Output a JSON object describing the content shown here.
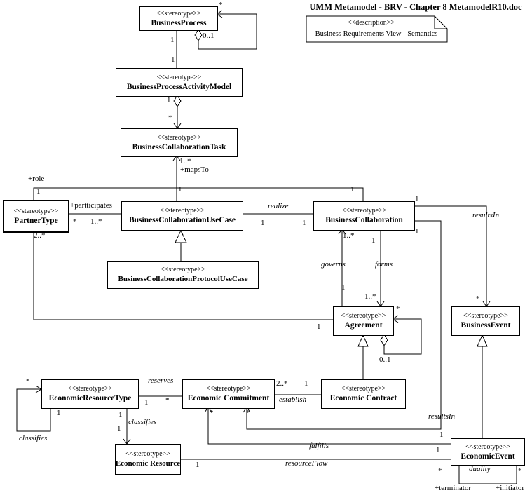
{
  "header": {
    "title": "UMM Metamodel - BRV - Chapter 8 MetamodelR10.doc"
  },
  "note": {
    "stereotype": "<<description>>",
    "text": "Business Requirements View - Semantics"
  },
  "classes": {
    "business_process": {
      "stereotype": "<<stereotype>>",
      "name": "BusinessProcess"
    },
    "business_process_activity_model": {
      "stereotype": "<<stereotype>>",
      "name": "BusinessProcessActivityModel"
    },
    "business_collaboration_task": {
      "stereotype": "<<stereotype>>",
      "name": "BusinessCollaborationTask"
    },
    "partner_type": {
      "stereotype": "<<stereotype>>",
      "name": "PartnerType"
    },
    "business_collaboration_use_case": {
      "stereotype": "<<stereotype>>",
      "name": "BusinessCollaborationUseCase"
    },
    "business_collaboration": {
      "stereotype": "<<stereotype>>",
      "name": "BusinessCollaboration"
    },
    "business_collaboration_protocol_use_case": {
      "stereotype": "<<stereotype>>",
      "name": "BusinessCollaborationProtocolUseCase"
    },
    "agreement": {
      "stereotype": "<<stereotype>>",
      "name": "Agreement"
    },
    "business_event": {
      "stereotype": "<<stereotype>>",
      "name": "BusinessEvent"
    },
    "economic_resource_type": {
      "stereotype": "<<stereotype>>",
      "name": "EconomicResourceType"
    },
    "economic_commitment": {
      "stereotype": "<<stereotype>>",
      "name": "Economic Commitment"
    },
    "economic_contract": {
      "stereotype": "<<stereotype>>",
      "name": "Economic Contract"
    },
    "economic_resource": {
      "stereotype": "<<stereotype>>",
      "name": "Economic Resource"
    },
    "economic_event": {
      "stereotype": "<<stereotype>>",
      "name": "EconomicEvent"
    }
  },
  "mult": {
    "one": "1",
    "many": "*",
    "zero_or_one": "0..1",
    "one_or_more": "1..*",
    "two_or_more": "2..*"
  },
  "assoc": {
    "role": "+role",
    "maps_to": "+mapsTo",
    "participates": "+partticipates",
    "realize": "realize",
    "governs": "governs",
    "forms": "forms",
    "results_in": "resultsIn",
    "reserves": "reserves",
    "establish": "establish",
    "classifies": "classifies",
    "fulfills": "fulfills",
    "resource_flow": "resourceFlow",
    "duality": "duality",
    "terminator": "+terminator",
    "initiator": "+initiator"
  },
  "colors": {
    "line": "#000000",
    "background": "#ffffff"
  }
}
